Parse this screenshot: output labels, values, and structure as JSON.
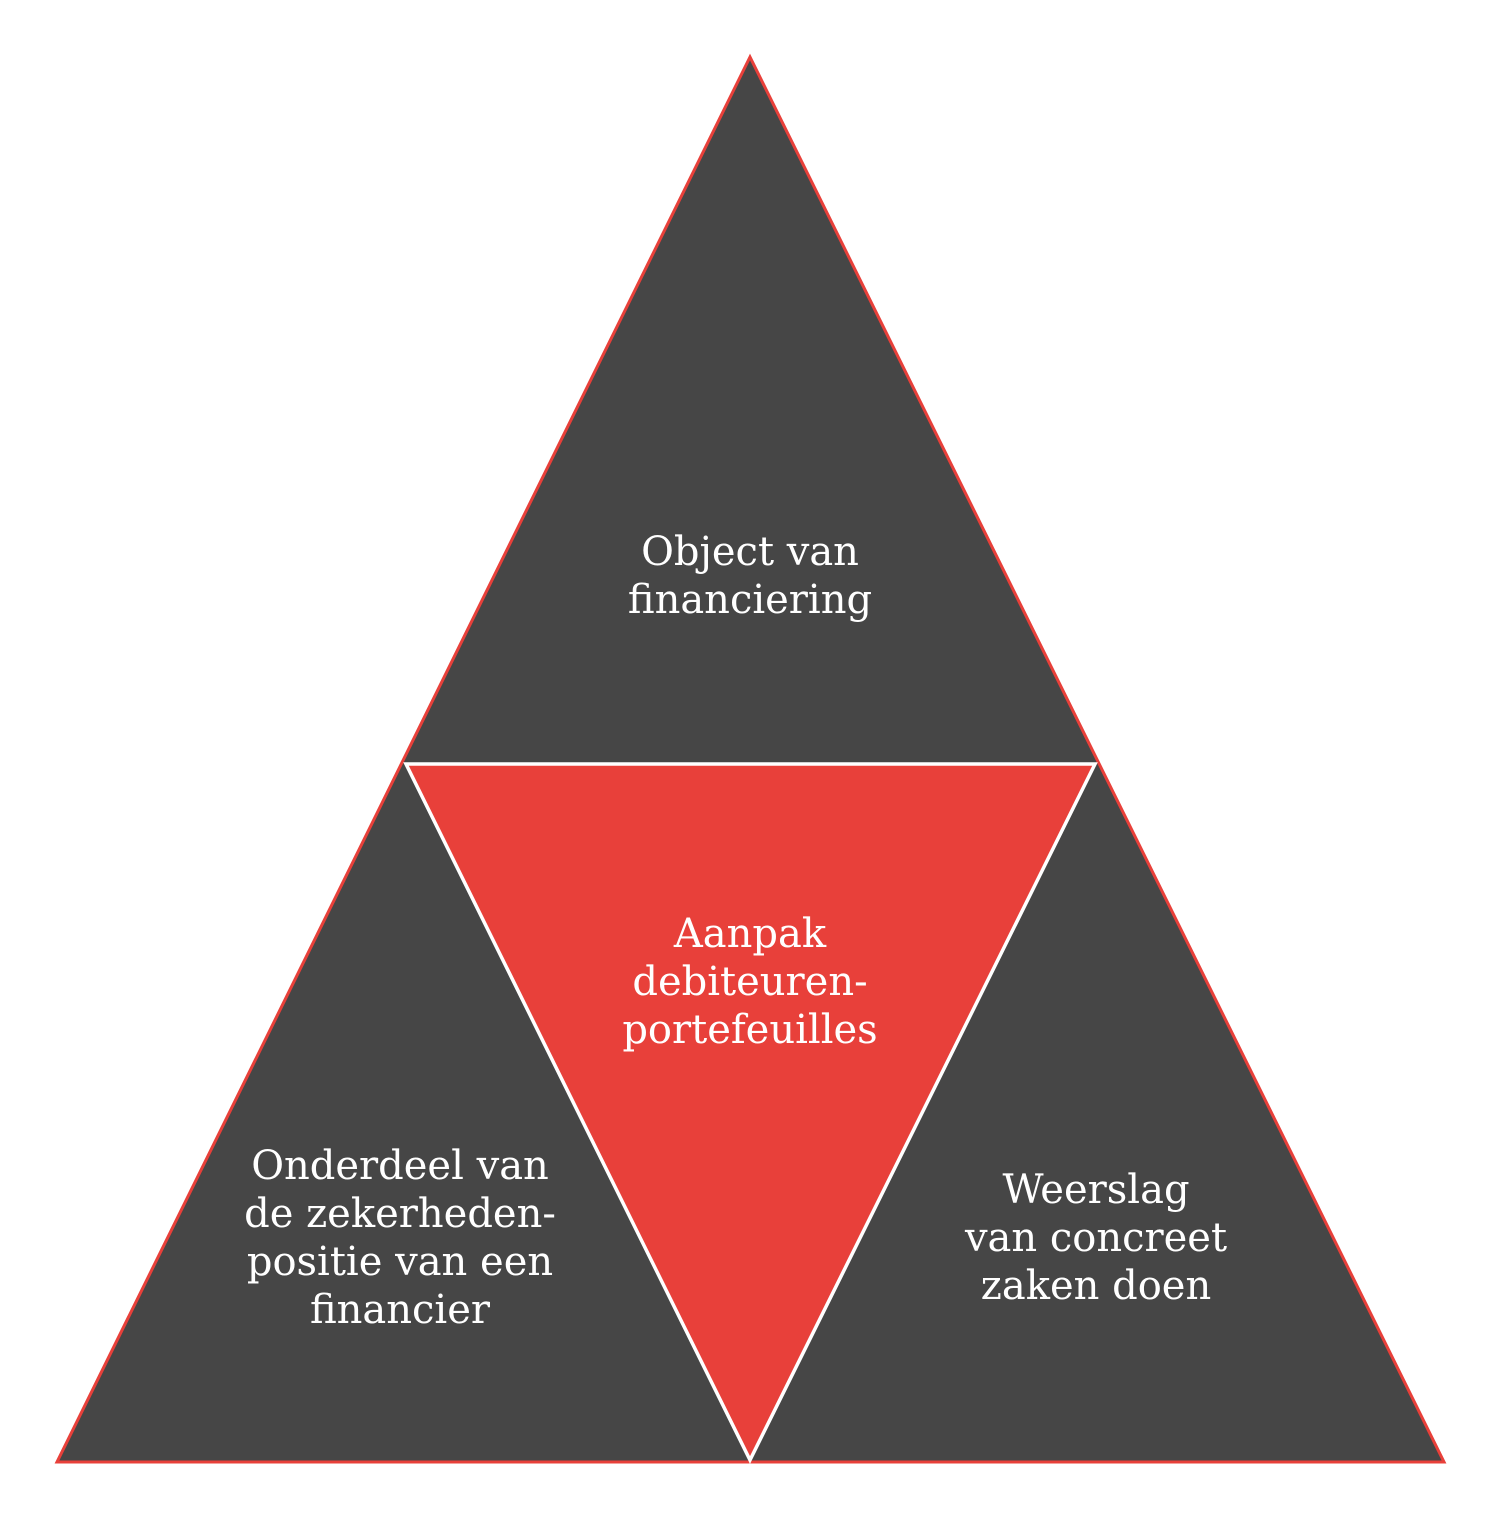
{
  "colors": {
    "dark_fill": "#464646",
    "accent_red": "#e8403a",
    "outline_red": "#e8403a",
    "divider_white": "#ffffff",
    "text": "#ffffff"
  },
  "segments": {
    "top": {
      "lines": [
        "Object van",
        "financiering"
      ]
    },
    "center": {
      "lines": [
        "Aanpak",
        "debiteuren-",
        "portefeuilles"
      ]
    },
    "left": {
      "lines": [
        "Onderdeel van",
        "de zekerheden-",
        "positie van een",
        "financier"
      ]
    },
    "right": {
      "lines": [
        "Weerslag",
        "van concreet",
        "zaken doen"
      ]
    }
  }
}
